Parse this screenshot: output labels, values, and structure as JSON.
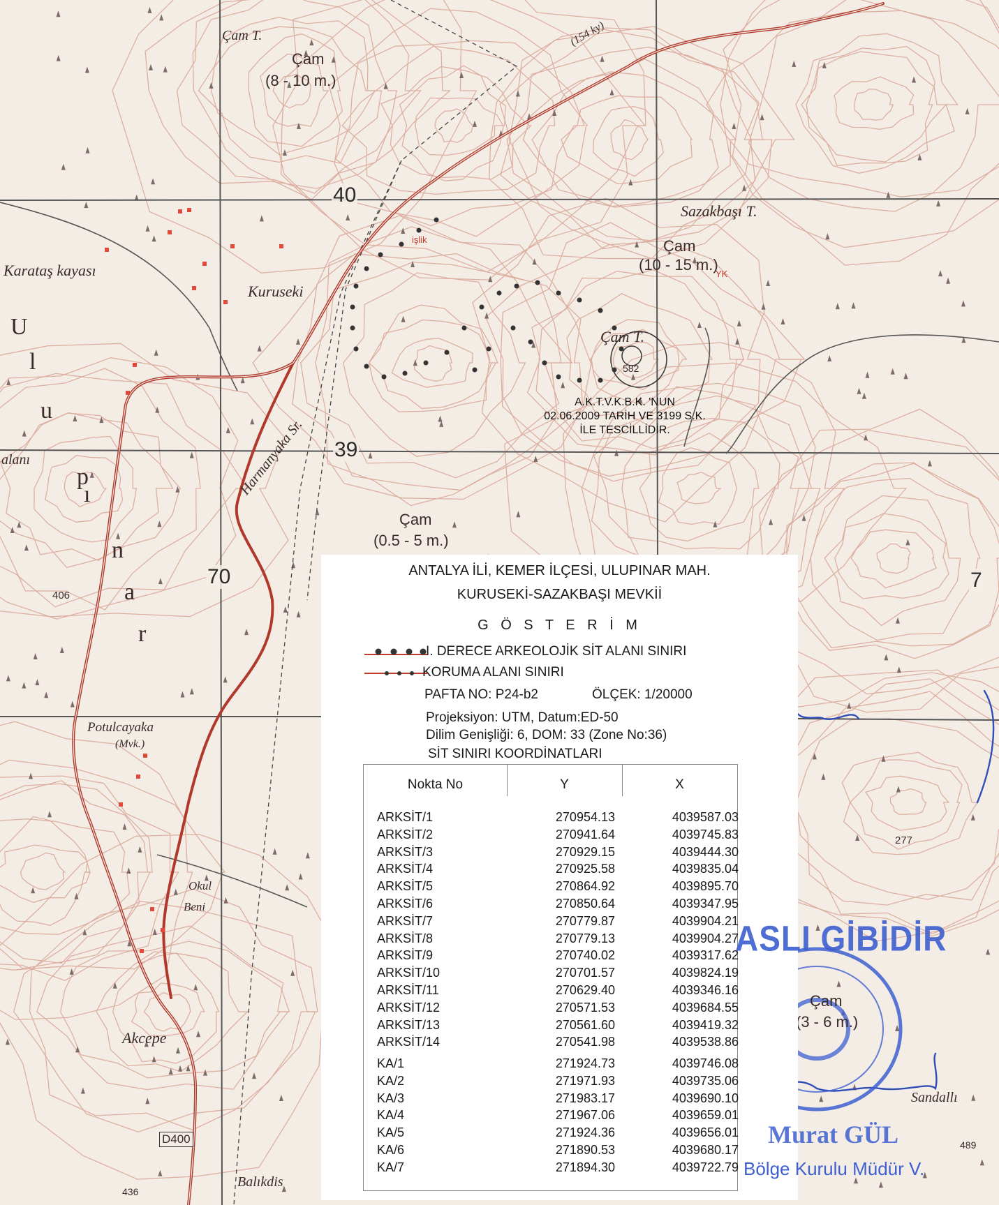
{
  "map_labels": {
    "cam_t_top": "Çam T.",
    "cam_top": "Çam",
    "cam_top_height": "(8 - 10 m.)",
    "road_km": "(154 ky)",
    "grid_40": "40",
    "grid_39": "39",
    "grid_70": "70",
    "grid_7_right": "7",
    "sazakbasi": "Sazakbaşı T.",
    "cam_mid": "Çam",
    "cam_mid_height": "(10 - 15 m.)",
    "karatas": "Karataş kayası",
    "kuruseki": "Kuruseki",
    "islik": "işlik",
    "yk": "YK",
    "cam_t_mid": "Çam T.",
    "elev_582": "582",
    "ulupinar_1": "U",
    "ulupinar_2": "l",
    "ulupinar_3": "u",
    "ulupinar_4": "p",
    "ulupinar_5": "ı",
    "ulupinar_6": "n",
    "ulupinar_7": "a",
    "ulupinar_8": "r",
    "alani": "alanı",
    "harmanyaka": "Harmanyaka Sr.",
    "cam_low": "Çam",
    "cam_low_height": "(0.5 - 5 m.)",
    "elev_406": "406",
    "potulcayaka": "Potulcayaka",
    "mvk": "(Mvk.)",
    "okul": "Okul",
    "beni": "Beni",
    "akcepe": "Akcepe",
    "d400": "D400",
    "baliikdis": "Balıkdis",
    "elev_436": "436",
    "elev_277": "277",
    "elev_489": "489",
    "cam_right": "Çam",
    "cam_right_height": "(3 - 6 m.)",
    "sandalli": "Sandallı"
  },
  "registration_note": {
    "line1": "A.K.T.V.K.B.K. 'NUN",
    "line2": "02.06.2009 TARİH VE 3199 S.K.",
    "line3": "İLE TESCİLLİDİR."
  },
  "legend": {
    "title_line1": "ANTALYA İLİ, KEMER İLÇESİ, ULUPINAR MAH.",
    "title_line2": "KURUSEKİ-SAZAKBAŞI  MEVKİİ",
    "heading": "G Ö S T E R İ M",
    "item1": "I. DERECE ARKEOLOJİK SİT ALANI SINIRI",
    "item2": "KORUMA ALANI SINIRI",
    "pafta": "PAFTA NO: P24-b2",
    "olcek": "ÖLÇEK: 1/20000",
    "projeksiyon": "Projeksiyon: UTM, Datum:ED-50",
    "dilim": "Dilim Genişliği: 6, DOM: 33 (Zone No:36)",
    "table_title": "SİT SINIRI KOORDİNATLARI",
    "col_no": "Nokta  No",
    "col_y": "Y",
    "col_x": "X",
    "rows_arksit": [
      {
        "no": "ARKSİT/1",
        "y": "270954.13",
        "x": "4039587.03"
      },
      {
        "no": "ARKSİT/2",
        "y": "270941.64",
        "x": "4039745.83"
      },
      {
        "no": "ARKSİT/3",
        "y": "270929.15",
        "x": "4039444.30"
      },
      {
        "no": "ARKSİT/4",
        "y": "270925.58",
        "x": "4039835.04"
      },
      {
        "no": "ARKSİT/5",
        "y": "270864.92",
        "x": "4039895.70"
      },
      {
        "no": "ARKSİT/6",
        "y": "270850.64",
        "x": "4039347.95"
      },
      {
        "no": "ARKSİT/7",
        "y": "270779.87",
        "x": "4039904.21"
      },
      {
        "no": "ARKSİT/8",
        "y": "270779.13",
        "x": "4039904.27"
      },
      {
        "no": "ARKSİT/9",
        "y": "270740.02",
        "x": "4039317.62"
      },
      {
        "no": "ARKSİT/10",
        "y": "270701.57",
        "x": "4039824.19"
      },
      {
        "no": "ARKSİT/11",
        "y": "270629.40",
        "x": "4039346.16"
      },
      {
        "no": "ARKSİT/12",
        "y": "270571.53",
        "x": "4039684.55"
      },
      {
        "no": "ARKSİT/13",
        "y": "270561.60",
        "x": "4039419.32"
      },
      {
        "no": "ARKSİT/14",
        "y": "270541.98",
        "x": "4039538.86"
      }
    ],
    "rows_ka": [
      {
        "no": "KA/1",
        "y": "271924.73",
        "x": "4039746.08"
      },
      {
        "no": "KA/2",
        "y": "271971.93",
        "x": "4039735.06"
      },
      {
        "no": "KA/3",
        "y": "271983.17",
        "x": "4039690.10"
      },
      {
        "no": "KA/4",
        "y": "271967.06",
        "x": "4039659.01"
      },
      {
        "no": "KA/5",
        "y": "271924.36",
        "x": "4039656.01"
      },
      {
        "no": "KA/6",
        "y": "271890.53",
        "x": "4039680.17"
      },
      {
        "no": "KA/7",
        "y": "271894.30",
        "x": "4039722.79"
      }
    ]
  },
  "stamp": {
    "asli_gibidir": "ASLI GİBİDİR",
    "name": "Murat GÜL",
    "title": "Bölge Kurulu Müdür V.",
    "color": "#3d5fd0"
  },
  "colors": {
    "contour": "#c98a7a",
    "road": "#b0392b",
    "grid": "#555555",
    "boundary_dot": "#333333"
  }
}
